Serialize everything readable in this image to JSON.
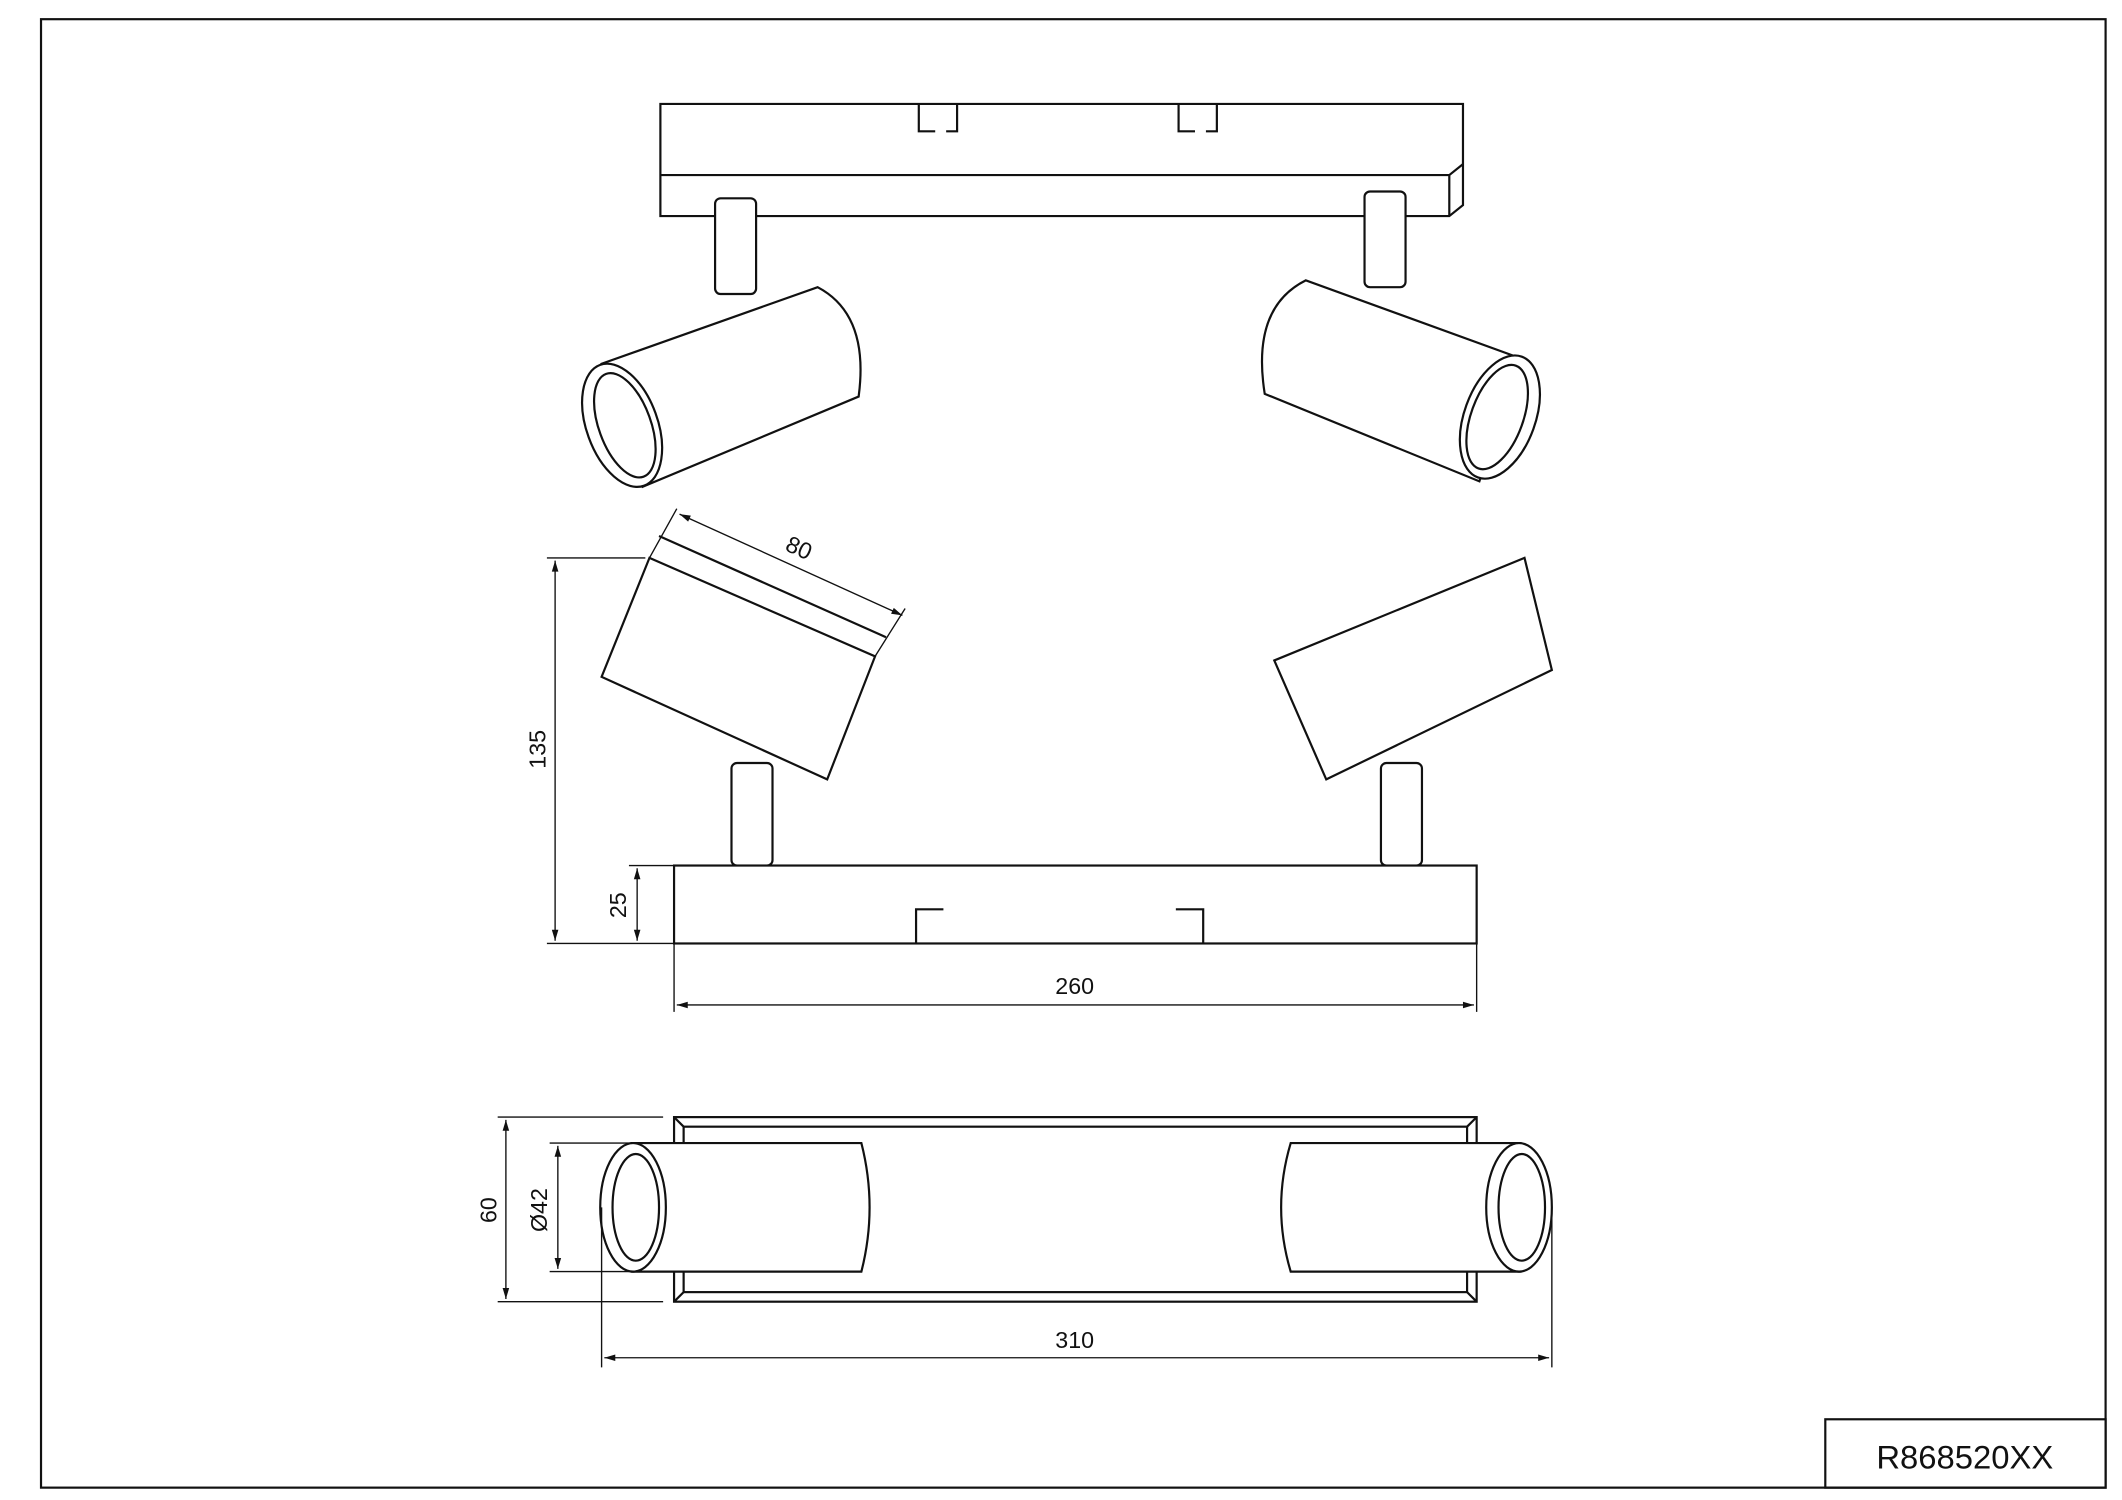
{
  "title_block": {
    "model_number": "R868520XX"
  },
  "dimensions": {
    "head_length": "80",
    "total_height": "135",
    "base_height": "25",
    "base_length": "260",
    "depth": "60",
    "head_diameter": "Ø42",
    "total_length": "310"
  }
}
